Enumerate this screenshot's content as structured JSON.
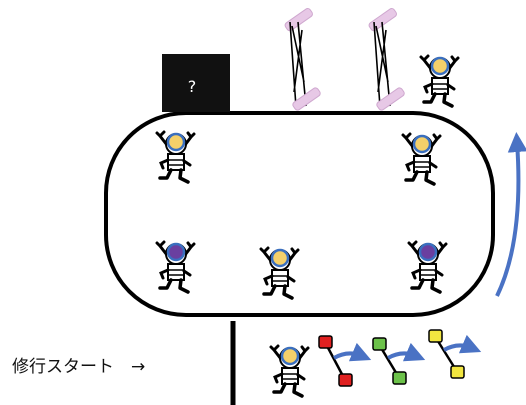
{
  "diagram": {
    "mystery_box_label": "?",
    "start_label": "修行スタート　→",
    "colors": {
      "track": "#000000",
      "box": "#111111",
      "arrow": "#4a72c4",
      "hurdle_band": "#e7c8e6",
      "runner_helmet_yellow": "#f4d06a",
      "runner_helmet_purple": "#6a3fa0",
      "runner_helmet_rim": "#3a6fbf",
      "weight_red": "#e02020",
      "weight_green": "#6cc24a",
      "weight_yellow": "#f2e640"
    },
    "runners": [
      {
        "id": "runner-top-left",
        "helmet": "yellow"
      },
      {
        "id": "runner-top-right",
        "helmet": "yellow"
      },
      {
        "id": "runner-outside-top",
        "helmet": "yellow"
      },
      {
        "id": "runner-bottom-left",
        "helmet": "purple"
      },
      {
        "id": "runner-bottom-middle",
        "helmet": "yellow"
      },
      {
        "id": "runner-bottom-right",
        "helmet": "purple"
      },
      {
        "id": "runner-start",
        "helmet": "yellow"
      }
    ],
    "training_items": [
      {
        "id": "weight-red",
        "color": "red"
      },
      {
        "id": "weight-green",
        "color": "green"
      },
      {
        "id": "weight-yellow",
        "color": "yellow"
      }
    ]
  }
}
